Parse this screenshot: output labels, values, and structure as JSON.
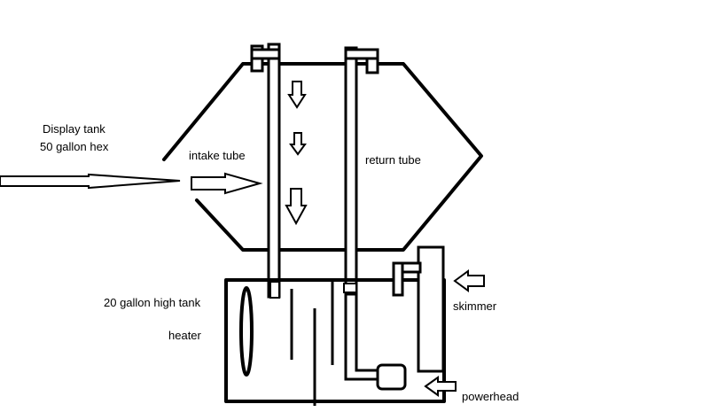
{
  "labels": {
    "display_tank_line1": "Display tank",
    "display_tank_line2": "50 gallon hex",
    "intake_tube": "intake tube",
    "return_tube": "return tube",
    "sump_tank": "20 gallon high tank",
    "heater": "heater",
    "skimmer": "skimmer",
    "powerhead": "powerhead"
  }
}
